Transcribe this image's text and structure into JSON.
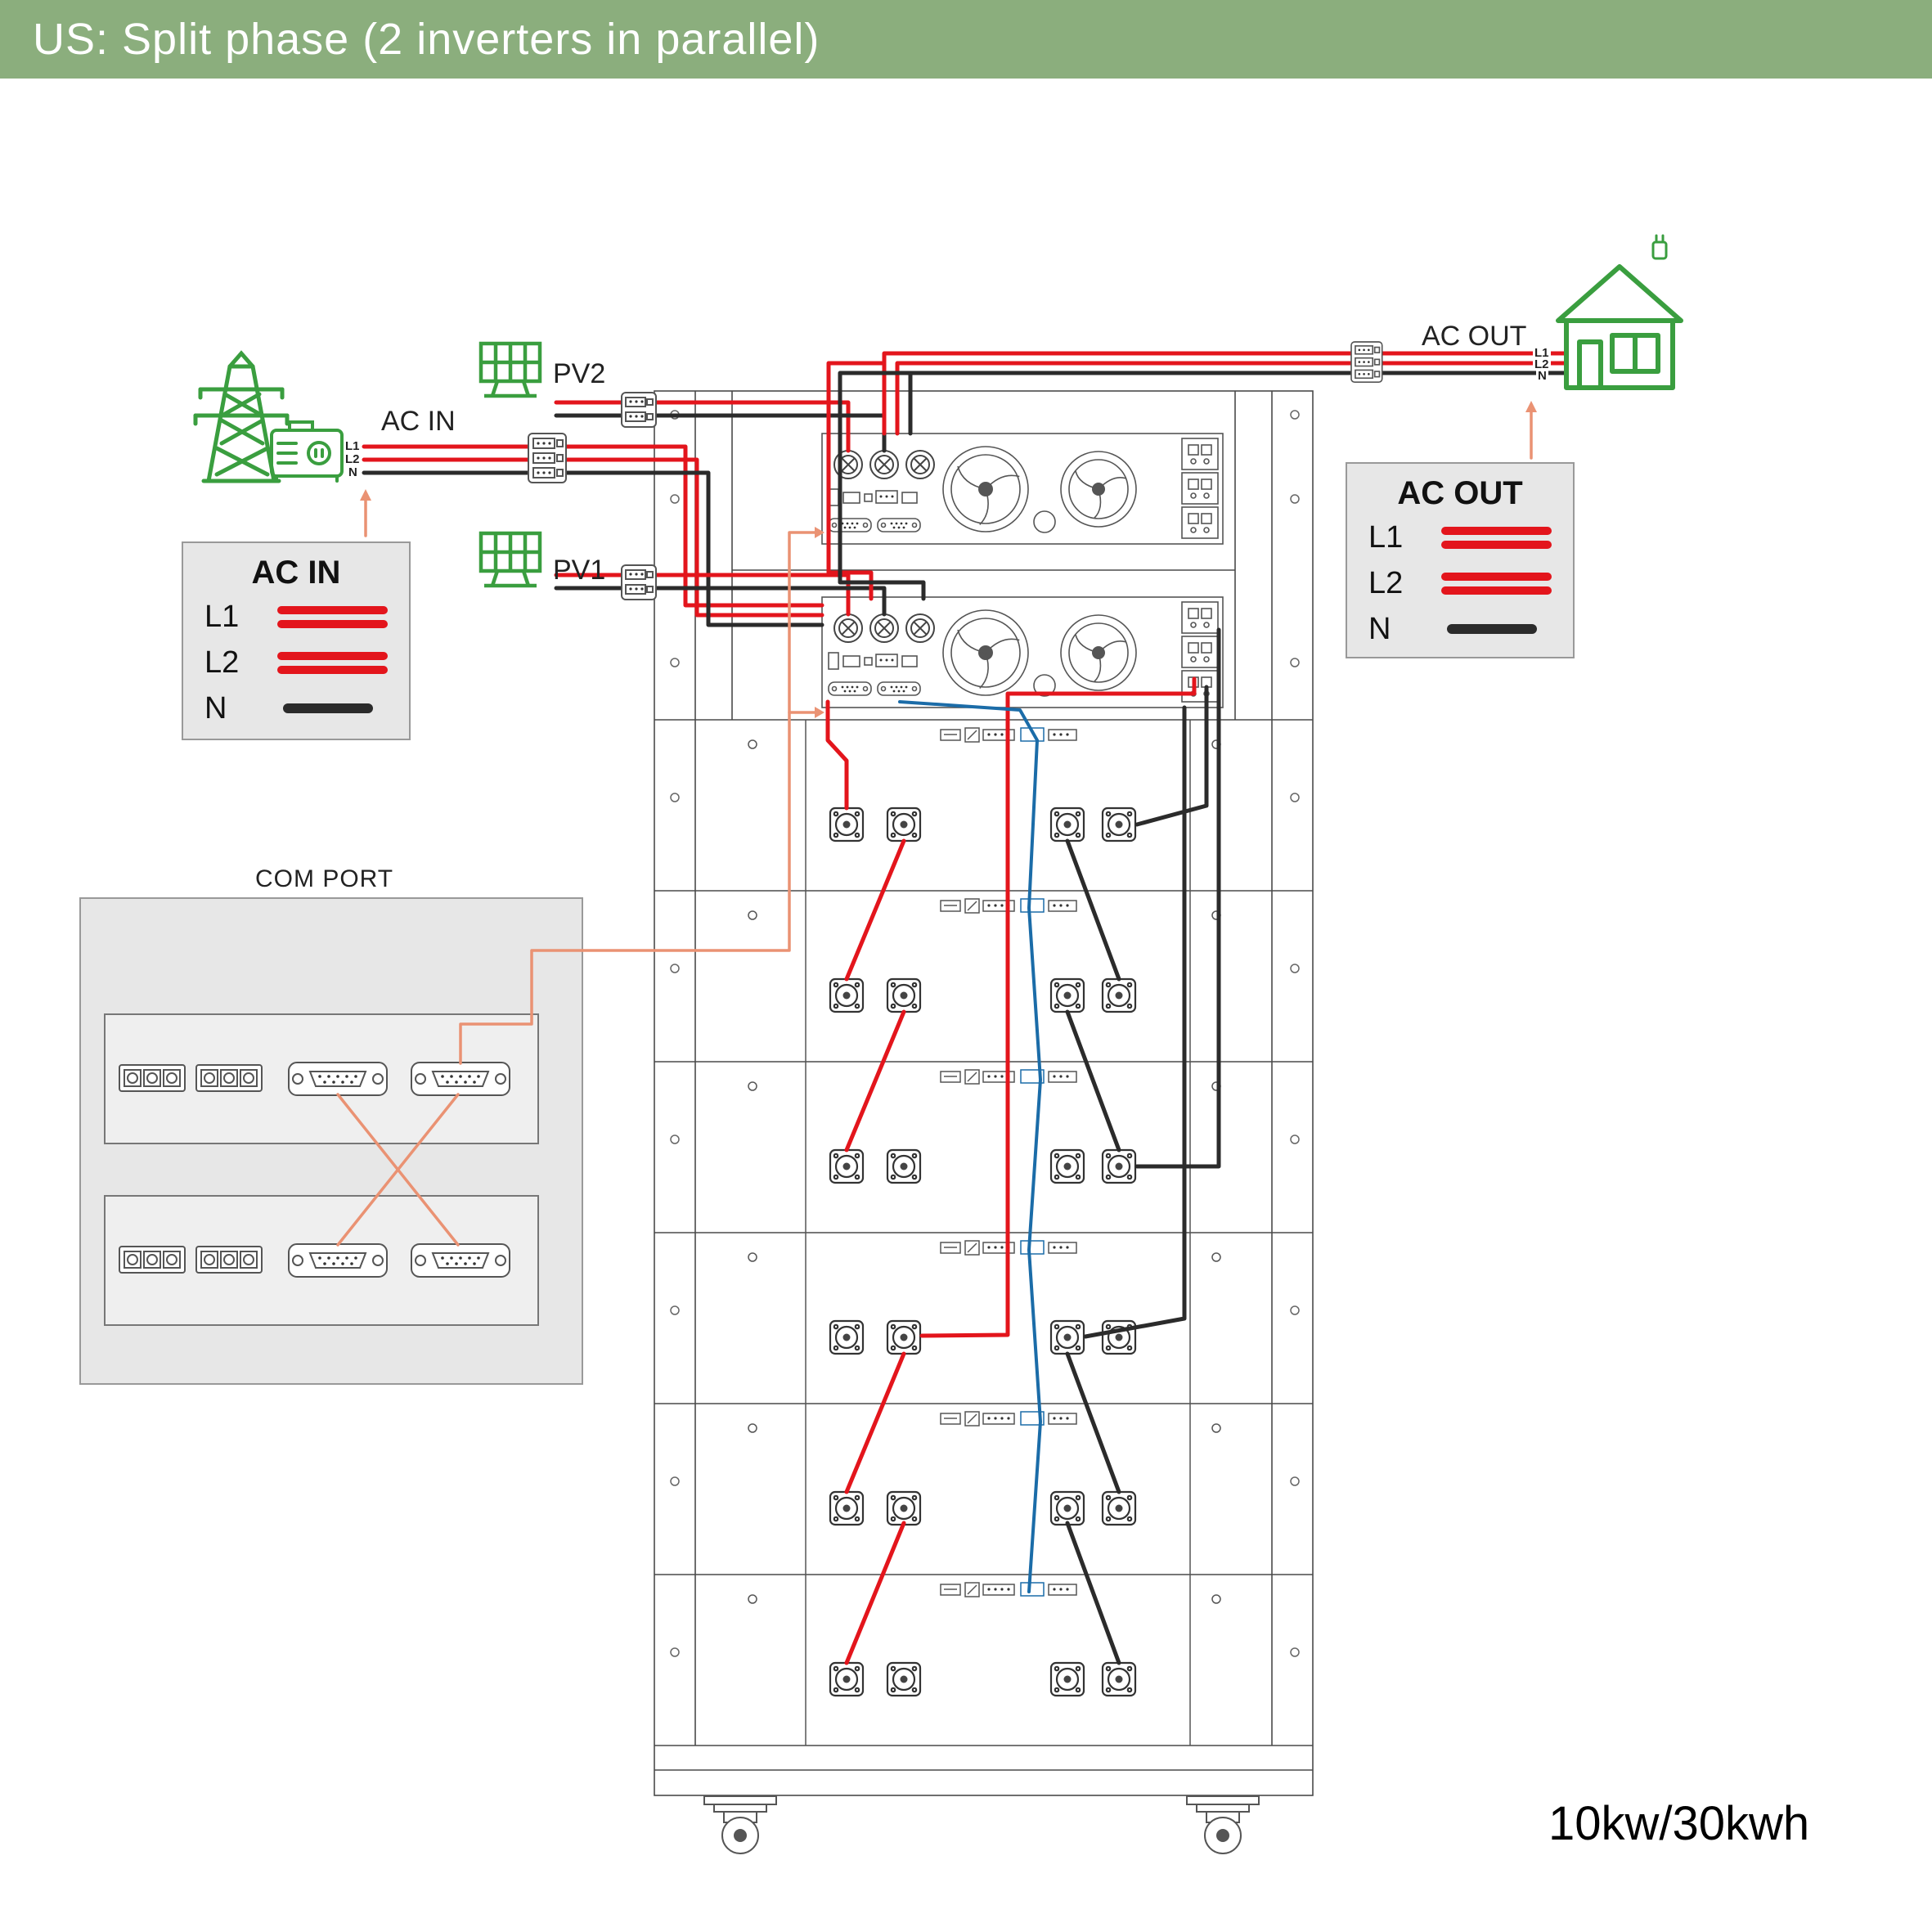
{
  "header": {
    "title": "US: Split phase (2 inverters in parallel)"
  },
  "labels": {
    "ac_in": "AC IN",
    "pv2": "PV2",
    "pv1": "PV1",
    "ac_out": "AC OUT",
    "com_port": "COM PORT",
    "capacity": "10kw/30kwh"
  },
  "ac_in_wire_labels": {
    "l1": "L1",
    "l2": "L2",
    "n": "N"
  },
  "ac_out_wire_labels": {
    "l1": "L1",
    "l2": "L2",
    "n": "N"
  },
  "ac_in_legend": {
    "title": "AC IN",
    "rows": [
      {
        "label": "L1",
        "color": "#e3151c",
        "bars": 2
      },
      {
        "label": "L2",
        "color": "#e3151c",
        "bars": 2
      },
      {
        "label": "N",
        "color": "#2b2b2b",
        "bars": 1
      }
    ]
  },
  "ac_out_legend": {
    "title": "AC OUT",
    "rows": [
      {
        "label": "L1",
        "color": "#e3151c",
        "bars": 2
      },
      {
        "label": "L2",
        "color": "#e3151c",
        "bars": 2
      },
      {
        "label": "N",
        "color": "#2b2b2b",
        "bars": 1
      }
    ]
  },
  "colors": {
    "header_green": "#8bae7d",
    "icon_green": "#3a9e3f",
    "wire_red": "#e3151c",
    "wire_black": "#2b2b2b",
    "wire_blue": "#1b6ca8",
    "wire_com": "#ea9273",
    "legend_bg": "#e7e7e7"
  },
  "icons": [
    "utility-tower-icon",
    "generator-icon",
    "solar-panel-icon",
    "house-icon",
    "inverter-unit",
    "battery-module",
    "caster-wheel",
    "db9-connector"
  ]
}
